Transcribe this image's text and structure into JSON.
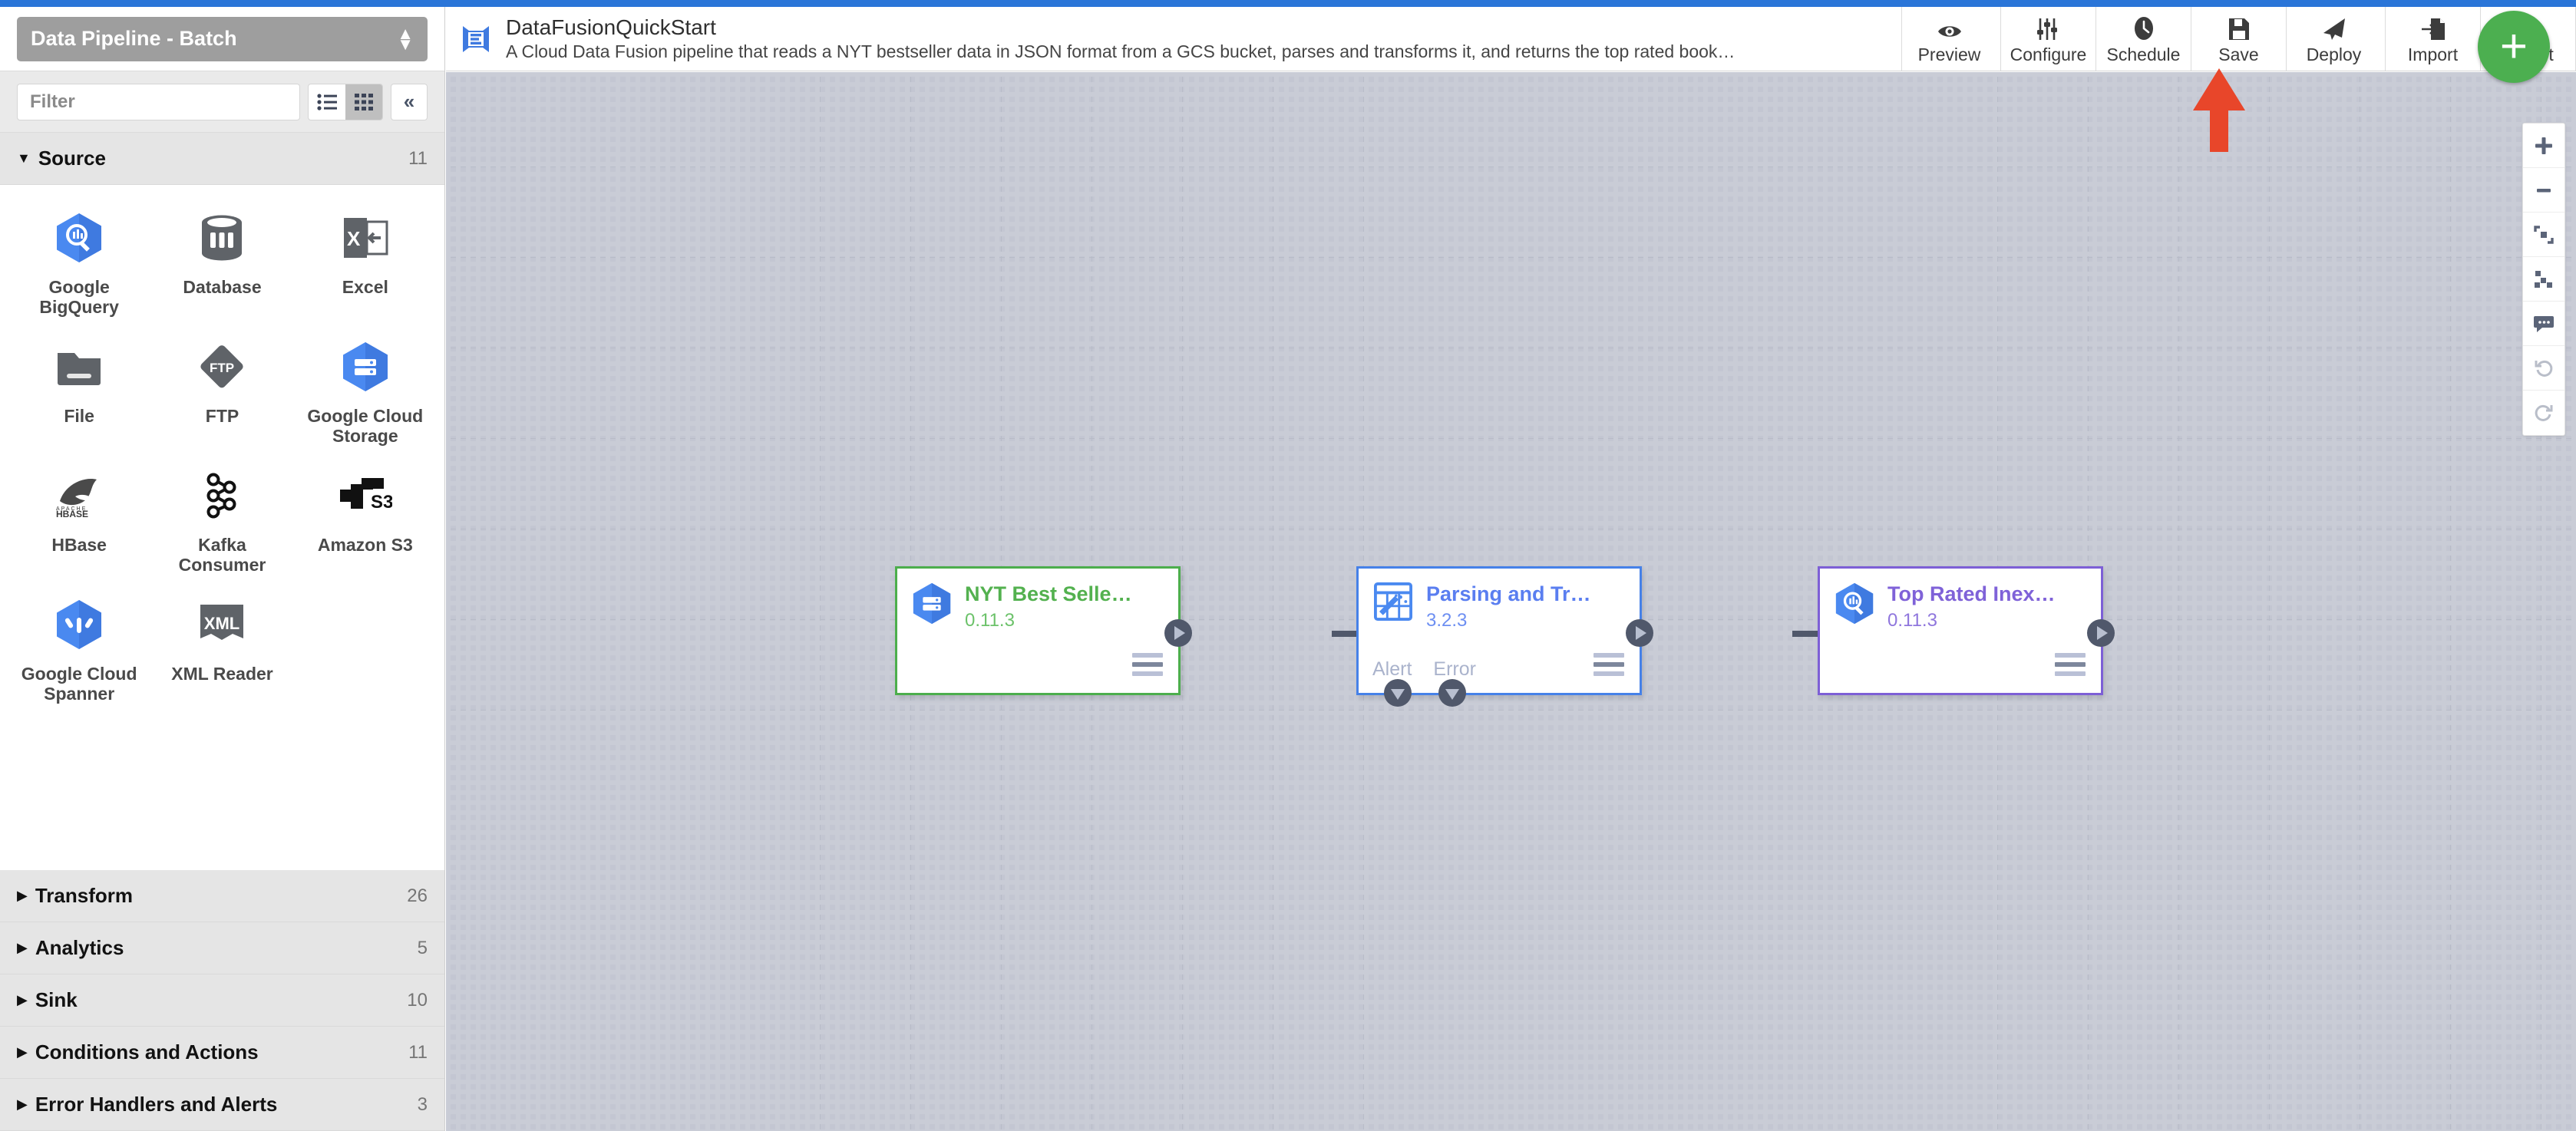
{
  "app": {
    "accent_blue": "#2a75d8",
    "fab_green": "#4caf50",
    "annotation_arrow_color": "#e8462a"
  },
  "sidebar": {
    "pipeline_type": "Data Pipeline - Batch",
    "filter_placeholder": "Filter",
    "filter_value": "",
    "view_list_icon": "list-view-icon",
    "view_grid_icon": "grid-view-icon",
    "collapse_icon": "chevron-double-left-icon",
    "groups": [
      {
        "name": "Source",
        "count": "11",
        "expanded": true
      },
      {
        "name": "Transform",
        "count": "26",
        "expanded": false
      },
      {
        "name": "Analytics",
        "count": "5",
        "expanded": false
      },
      {
        "name": "Sink",
        "count": "10",
        "expanded": false
      },
      {
        "name": "Conditions and Actions",
        "count": "11",
        "expanded": false
      },
      {
        "name": "Error Handlers and Alerts",
        "count": "3",
        "expanded": false
      }
    ],
    "source_plugins": [
      {
        "label": "Google BigQuery",
        "icon": "bigquery-hex-icon"
      },
      {
        "label": "Database",
        "icon": "database-cylinder-icon"
      },
      {
        "label": "Excel",
        "icon": "excel-icon"
      },
      {
        "label": "File",
        "icon": "folder-icon"
      },
      {
        "label": "FTP",
        "icon": "ftp-diamond-icon"
      },
      {
        "label": "Google Cloud Storage",
        "icon": "gcs-hex-icon"
      },
      {
        "label": "HBase",
        "icon": "hbase-orca-icon"
      },
      {
        "label": "Kafka Consumer",
        "icon": "kafka-icon"
      },
      {
        "label": "Amazon S3",
        "icon": "amazon-s3-icon"
      },
      {
        "label": "Google Cloud Spanner",
        "icon": "spanner-hex-icon"
      },
      {
        "label": "XML Reader",
        "icon": "xml-book-icon"
      }
    ]
  },
  "header": {
    "logo_icon": "data-fusion-logo-icon",
    "title": "DataFusionQuickStart",
    "description": "A Cloud Data Fusion pipeline that reads a NYT bestseller data in JSON format from a GCS bucket, parses and transforms it, and returns the top rated book…",
    "actions": [
      {
        "label": "Preview",
        "icon": "eye-icon"
      },
      {
        "label": "Configure",
        "icon": "sliders-icon"
      },
      {
        "label": "Schedule",
        "icon": "clock-icon"
      },
      {
        "label": "Save",
        "icon": "floppy-disk-icon"
      },
      {
        "label": "Deploy",
        "icon": "paper-plane-icon"
      },
      {
        "label": "Import",
        "icon": "import-file-icon"
      },
      {
        "label": "Export",
        "icon": "export-file-icon"
      }
    ],
    "add_button_label": "+"
  },
  "canvas": {
    "nodes": [
      {
        "id": "source",
        "title": "NYT Best Selle…",
        "version": "0.11.3",
        "icon": "gcs-hex-icon",
        "type": "source",
        "accent": "#4cae4c",
        "menu_icon": "hamburger-menu-icon",
        "out_port": "output-port",
        "endpoints": []
      },
      {
        "id": "transform",
        "title": "Parsing and Tr…",
        "version": "3.2.3",
        "icon": "wrangler-icon",
        "type": "transform",
        "accent": "#4681e8",
        "menu_icon": "hamburger-menu-icon",
        "out_port": "output-port",
        "endpoints": [
          "Alert",
          "Error"
        ]
      },
      {
        "id": "sink",
        "title": "Top Rated Inex…",
        "version": "0.11.3",
        "icon": "bigquery-hex-icon",
        "type": "sink",
        "accent": "#7d5fd6",
        "menu_icon": "hamburger-menu-icon",
        "out_port": "output-port",
        "endpoints": []
      }
    ],
    "tools": [
      {
        "name": "zoom-in-icon",
        "dim": false
      },
      {
        "name": "zoom-out-icon",
        "dim": false
      },
      {
        "name": "fit-to-screen-icon",
        "dim": false
      },
      {
        "name": "align-nodes-icon",
        "dim": false
      },
      {
        "name": "comment-icon",
        "dim": false
      },
      {
        "name": "undo-icon",
        "dim": true
      },
      {
        "name": "redo-icon",
        "dim": true
      }
    ]
  }
}
